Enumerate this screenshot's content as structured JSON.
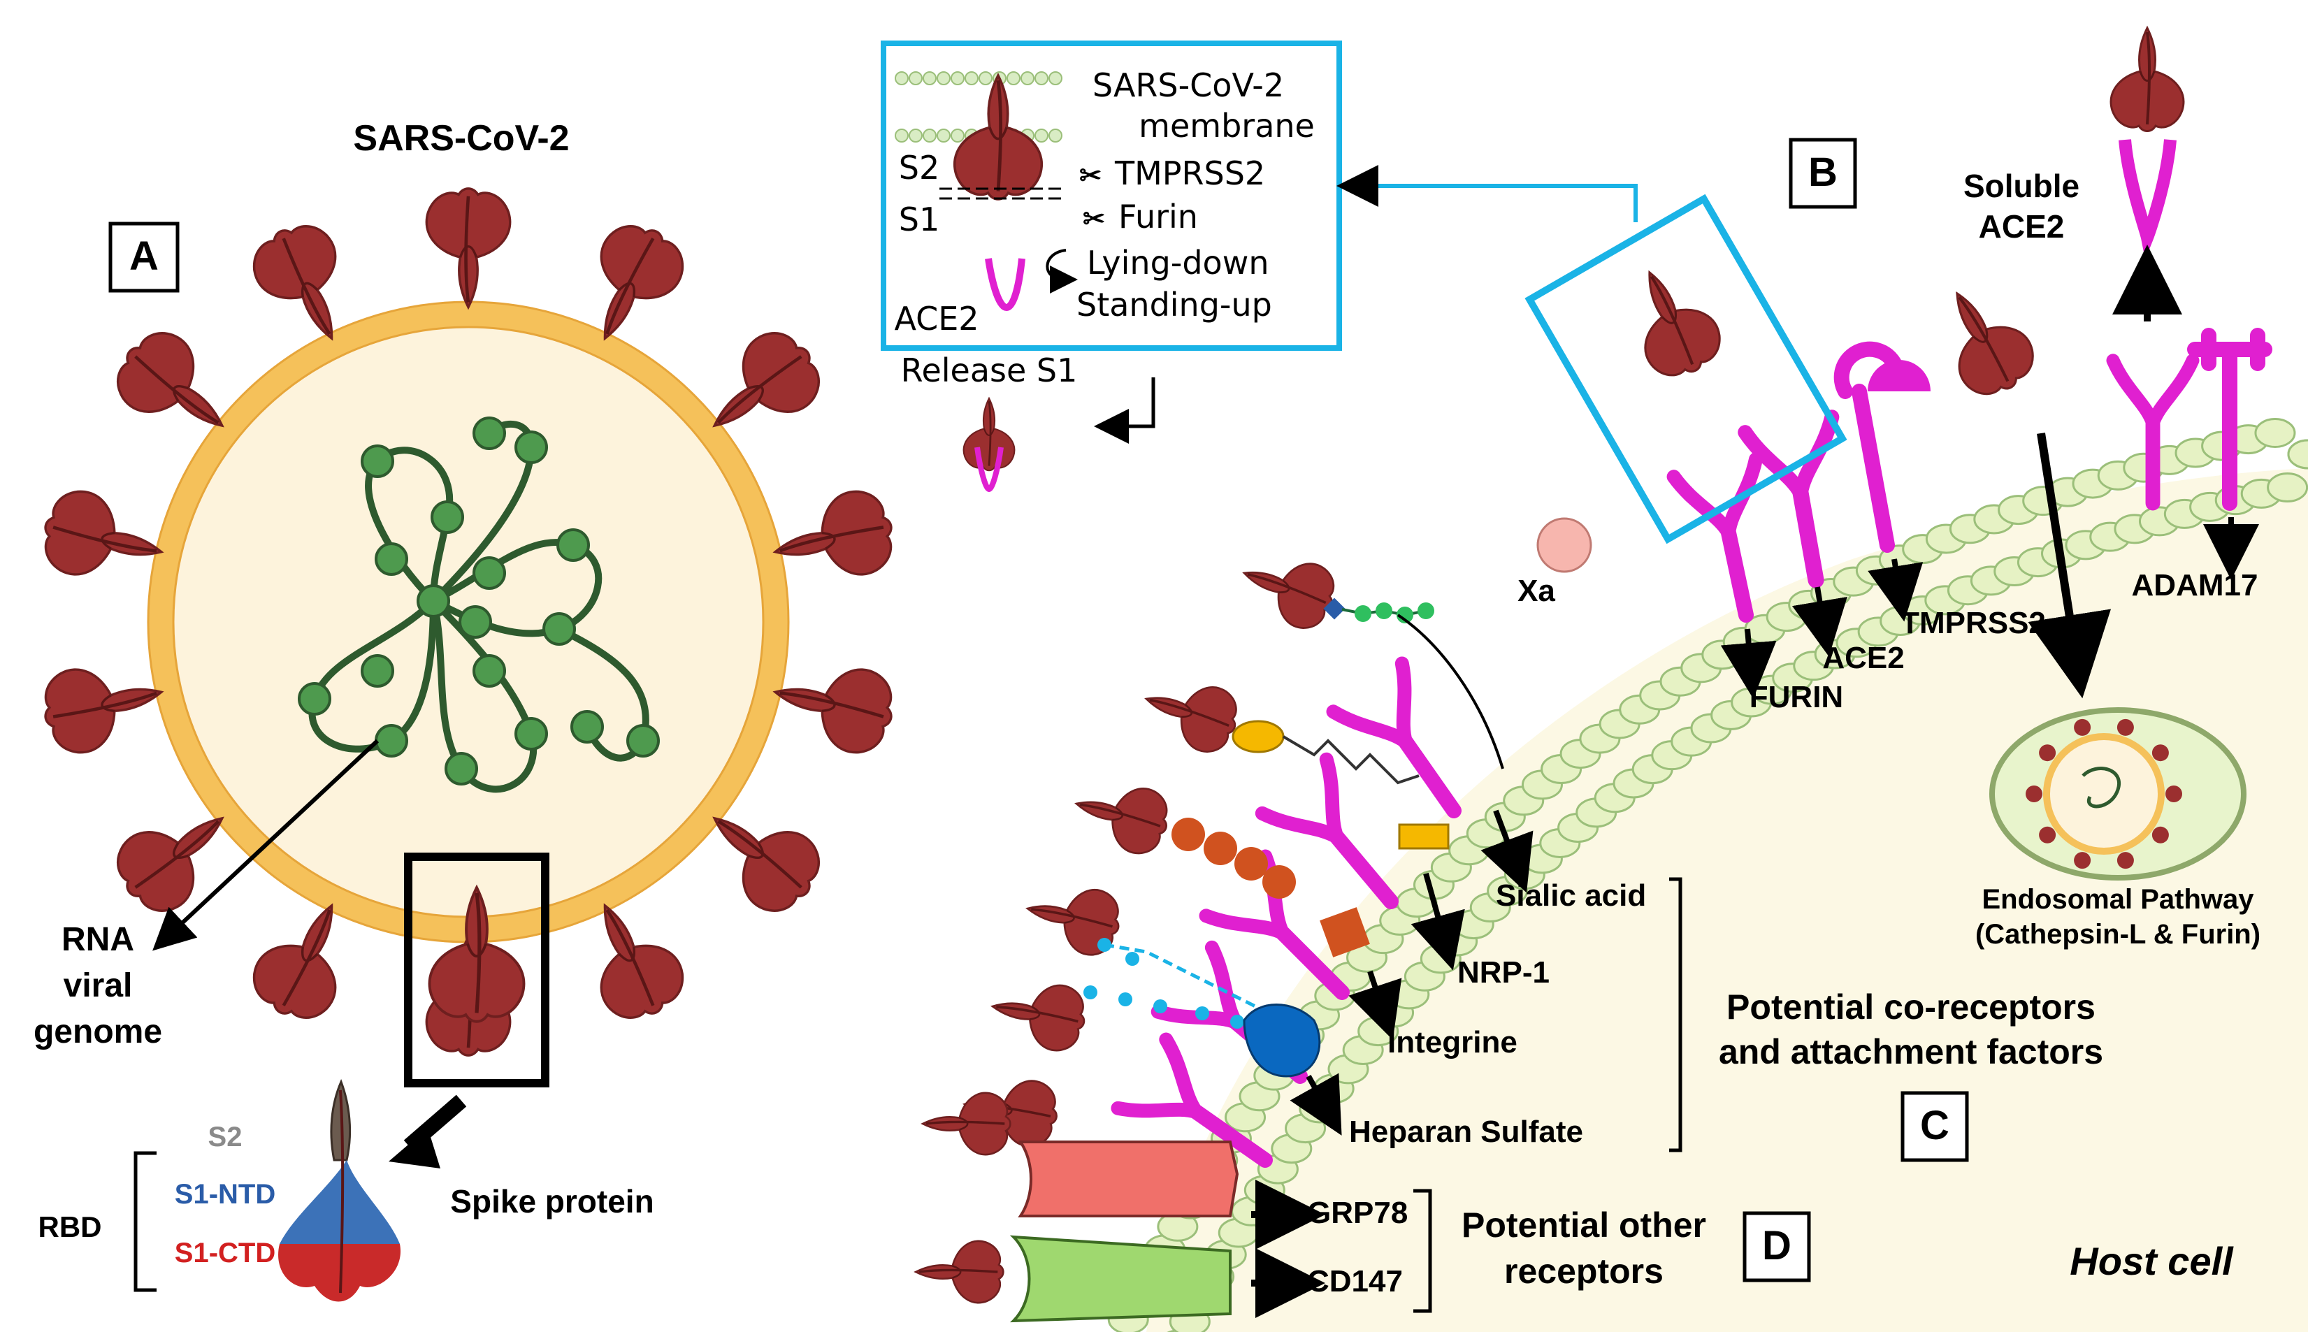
{
  "panels": {
    "a": "A",
    "b": "B",
    "c": "C",
    "d": "D"
  },
  "virus": {
    "title": "SARS-CoV-2",
    "genome_label": [
      "RNA",
      "viral",
      "genome"
    ]
  },
  "spike": {
    "name": "Spike protein",
    "s2": "S2",
    "ntd": "S1-NTD",
    "ctd": "S1-CTD",
    "rbd": "RBD"
  },
  "inset": {
    "membrane": [
      "SARS-CoV-2",
      "membrane"
    ],
    "s2": "S2",
    "s1": "S1",
    "tmprss2": "TMPRSS2",
    "furin": "Furin",
    "lying": "Lying-down",
    "standing": "Standing-up",
    "ace2": "ACE2",
    "release": "Release S1"
  },
  "host": {
    "soluble_ace2": [
      "Soluble",
      "ACE2"
    ],
    "xa": "Xa",
    "tmprss2": "TMPRSS2",
    "ace2": "ACE2",
    "furin": "FURIN",
    "adam17": "ADAM17",
    "endosome": [
      "Endosomal Pathway",
      "(Cathepsin-L & Furin)"
    ],
    "sialic": "Sialic acid",
    "nrp1": "NRP-1",
    "integrine": "Integrine",
    "heparan": "Heparan Sulfate",
    "coreceptors": [
      "Potential co-receptors",
      "and attachment factors"
    ],
    "grp78": "GRP78",
    "cd147": "CD147",
    "other_receptors": [
      "Potential other",
      "receptors"
    ],
    "host_cell": "Host cell"
  },
  "colors": {
    "spike": "#9b2f2f",
    "spike_dark": "#6e1f1f",
    "envelope": "#f5c15a",
    "envelope_inner": "#fdf3dc",
    "rna": "#2e5a2e",
    "rna_node": "#4e9a4e",
    "receptor": "#e020d0",
    "membrane_bead": "#e6f2c4",
    "cytoplasm": "#fcf8e4",
    "cyan": "#1ab3e6",
    "ntd_blue": "#2a5ca8",
    "ctd_red": "#d22020"
  }
}
